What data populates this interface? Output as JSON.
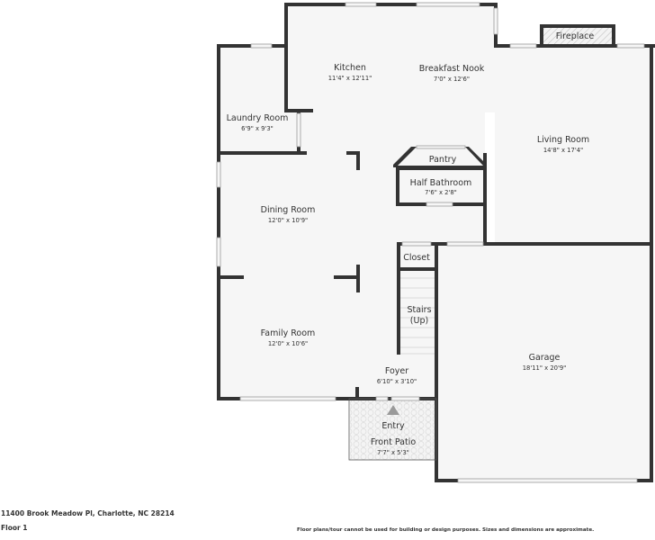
{
  "footer": {
    "address": "11400 Brook Meadow Pl, Charlotte, NC 28214",
    "floor": "Floor 1",
    "disclaimer": "Floor plans/tour cannot be used for building or design purposes. Sizes and dimensions are approximate."
  },
  "colors": {
    "wall": "#333333",
    "floor": "#f6f6f6",
    "background": "#ffffff"
  },
  "rooms": {
    "kitchen": {
      "name": "Kitchen",
      "dims": "11'4\" x 12'11\""
    },
    "breakfast_nook": {
      "name": "Breakfast Nook",
      "dims": "7'0\" x 12'6\""
    },
    "fireplace": {
      "name": "Fireplace"
    },
    "living_room": {
      "name": "Living Room",
      "dims": "14'8\" x 17'4\""
    },
    "laundry_room": {
      "name": "Laundry Room",
      "dims": "6'9\" x 9'3\""
    },
    "pantry": {
      "name": "Pantry"
    },
    "half_bathroom": {
      "name": "Half Bathroom",
      "dims": "7'6\" x 2'8\""
    },
    "dining_room": {
      "name": "Dining Room",
      "dims": "12'0\" x 10'9\""
    },
    "closet": {
      "name": "Closet"
    },
    "stairs": {
      "name_line1": "Stairs",
      "name_line2": "(Up)"
    },
    "family_room": {
      "name": "Family Room",
      "dims": "12'0\" x 10'6\""
    },
    "foyer": {
      "name": "Foyer",
      "dims": "6'10\" x 3'10\""
    },
    "garage": {
      "name": "Garage",
      "dims": "18'11\" x 20'9\""
    },
    "entry": {
      "name": "Entry"
    },
    "front_patio": {
      "name": "Front Patio",
      "dims": "7'7\" x 5'3\""
    }
  }
}
